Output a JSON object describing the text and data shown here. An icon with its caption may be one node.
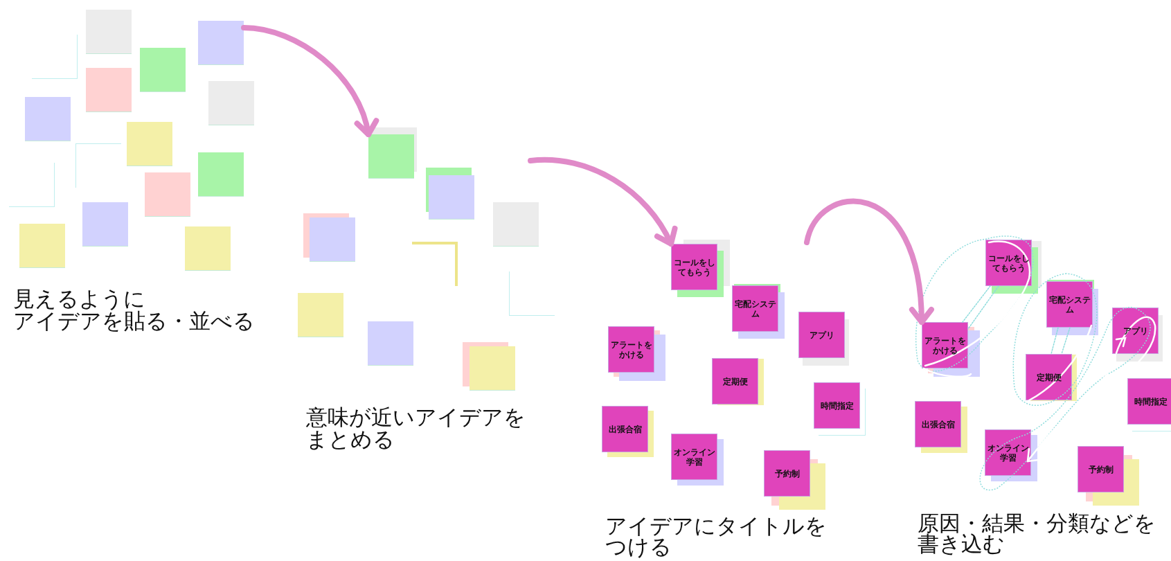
{
  "diagram": {
    "nodes": [
      {
        "text": [],
        "shape": "box"
      },
      {
        "text": [],
        "shape": "box"
      },
      {
        "text": [],
        "shape": "box"
      },
      {
        "text": [],
        "shape": "box"
      },
      {
        "text": [],
        "shape": "box"
      },
      {
        "text": [],
        "shape": "box"
      },
      {
        "text": [],
        "shape": "box"
      },
      {
        "text": [],
        "shape": "box"
      },
      {
        "text": [],
        "shape": "box"
      },
      {
        "text": [],
        "shape": "box"
      },
      {
        "text": [],
        "shape": "box"
      },
      {
        "text": [],
        "shape": "box"
      },
      {
        "text": [],
        "shape": "box"
      },
      {
        "text": [],
        "shape": "box"
      },
      {
        "text": [],
        "shape": "box"
      },
      {
        "text": [],
        "shape": "box"
      },
      {
        "text": [],
        "shape": "box"
      },
      {
        "text": [],
        "shape": "box"
      },
      {
        "text": [],
        "shape": "box"
      },
      {
        "text": [],
        "shape": "box"
      },
      {
        "text": [],
        "shape": "box"
      },
      {
        "text": [],
        "shape": "box"
      },
      {
        "text": [],
        "shape": "box"
      },
      {
        "text": [],
        "shape": "box"
      },
      {
        "text": [
          "コールをしてもらう"
        ]
      },
      {
        "text": [
          "宅配システム"
        ]
      },
      {
        "text": [
          "アプリ"
        ]
      },
      {
        "text": [
          "アラートをかける"
        ]
      },
      {
        "text": [
          "定期便"
        ]
      },
      {
        "text": [
          "時間指定"
        ]
      },
      {
        "text": [
          "出張合宿"
        ]
      },
      {
        "text": [
          "オンライン学習"
        ]
      },
      {
        "text": [
          "予約制"
        ]
      },
      {
        "text": [
          "コールをしてもらう"
        ]
      },
      {
        "text": [
          "宅配システム"
        ]
      },
      {
        "text": [
          "アプリ"
        ]
      },
      {
        "text": [
          "アラートをかける"
        ]
      },
      {
        "text": [
          "定期便"
        ]
      },
      {
        "text": [
          "時間指定"
        ]
      },
      {
        "text": [
          "出張合宿"
        ]
      },
      {
        "text": [
          "オンライン学習"
        ]
      },
      {
        "text": [
          "予約制"
        ]
      }
    ],
    "edges": [
      {
        "from": 1,
        "to": 15,
        "arrow": "to",
        "style": "thick"
      },
      {
        "from": null,
        "to": 24,
        "arrow": "to",
        "style": "thick"
      },
      {
        "from": null,
        "to": 36,
        "arrow": "to",
        "style": "thick"
      },
      {
        "from": 33,
        "to": 36,
        "arrow": "none",
        "style": "dashed",
        "color": "#8edcdc"
      },
      {
        "from": 33,
        "to": 36,
        "arrow": "none",
        "style": "dashed",
        "color": "#8edcdc"
      },
      {
        "from": 34,
        "to": 37,
        "arrow": "none",
        "style": "dashed",
        "color": "#8edcdc"
      },
      {
        "from": 34,
        "to": 37,
        "arrow": "none",
        "style": "dashed",
        "color": "#8edcdc"
      }
    ],
    "labels": [
      "見えるように",
      "アイデアを貼る・並べる",
      "意味が近いアイデアを",
      "まとめる",
      "アイデアにタイトルを",
      "つける",
      "原因・結果・分類などを",
      "書き込む"
    ]
  }
}
